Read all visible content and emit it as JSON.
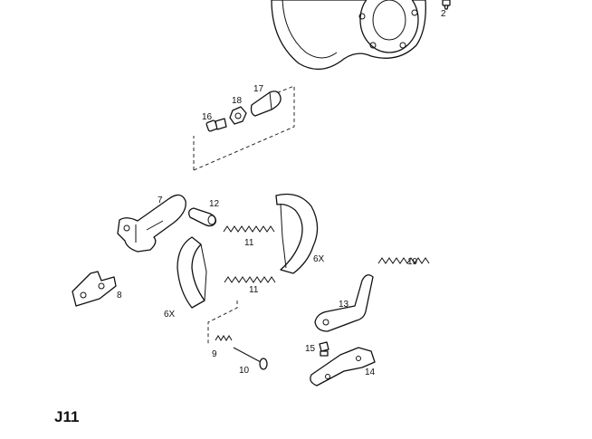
{
  "section_code": "J11",
  "callouts": {
    "c2": "2",
    "c17": "17",
    "c18": "18",
    "c16": "16",
    "c7": "7",
    "c12": "12",
    "c11a": "11",
    "c6xa": "6X",
    "c19": "19",
    "c11b": "11",
    "c8": "8",
    "c13": "13",
    "c6xb": "6X",
    "c9": "9",
    "c15": "15",
    "c10": "10",
    "c14": "14"
  }
}
